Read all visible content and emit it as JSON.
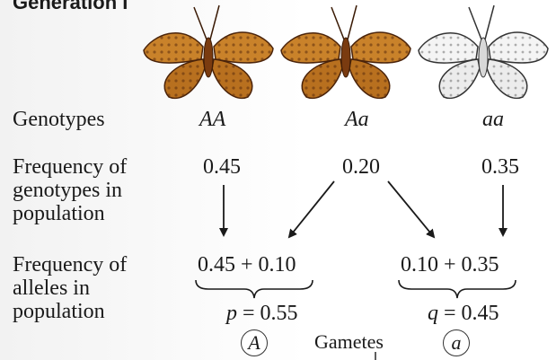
{
  "title": "Generation I",
  "genotypes": {
    "label": "Genotypes",
    "values": [
      "AA",
      "Aa",
      "aa"
    ]
  },
  "genotype_frequency": {
    "label_lines": [
      "Frequency of",
      "genotypes in",
      "population"
    ],
    "values": [
      "0.45",
      "0.20",
      "0.35"
    ]
  },
  "allele_frequency": {
    "label_lines": [
      "Frequency of",
      "alleles in",
      "population"
    ],
    "sum_left": "0.45 + 0.10",
    "sum_right": "0.10 + 0.35",
    "p_var": "p",
    "p_value": "= 0.55",
    "q_var": "q",
    "q_value": "= 0.45"
  },
  "gametes": {
    "label": "Gametes",
    "allele_a_upper": "A",
    "allele_a_lower": "a"
  },
  "colors": {
    "wing_orange": "#c9822a",
    "wing_dark": "#5a2c0c",
    "wing_white": "#f4f4f4",
    "ink": "#1a1a1a"
  },
  "icons": [
    "butterfly-orange-icon",
    "butterfly-orange-icon",
    "butterfly-white-icon"
  ]
}
